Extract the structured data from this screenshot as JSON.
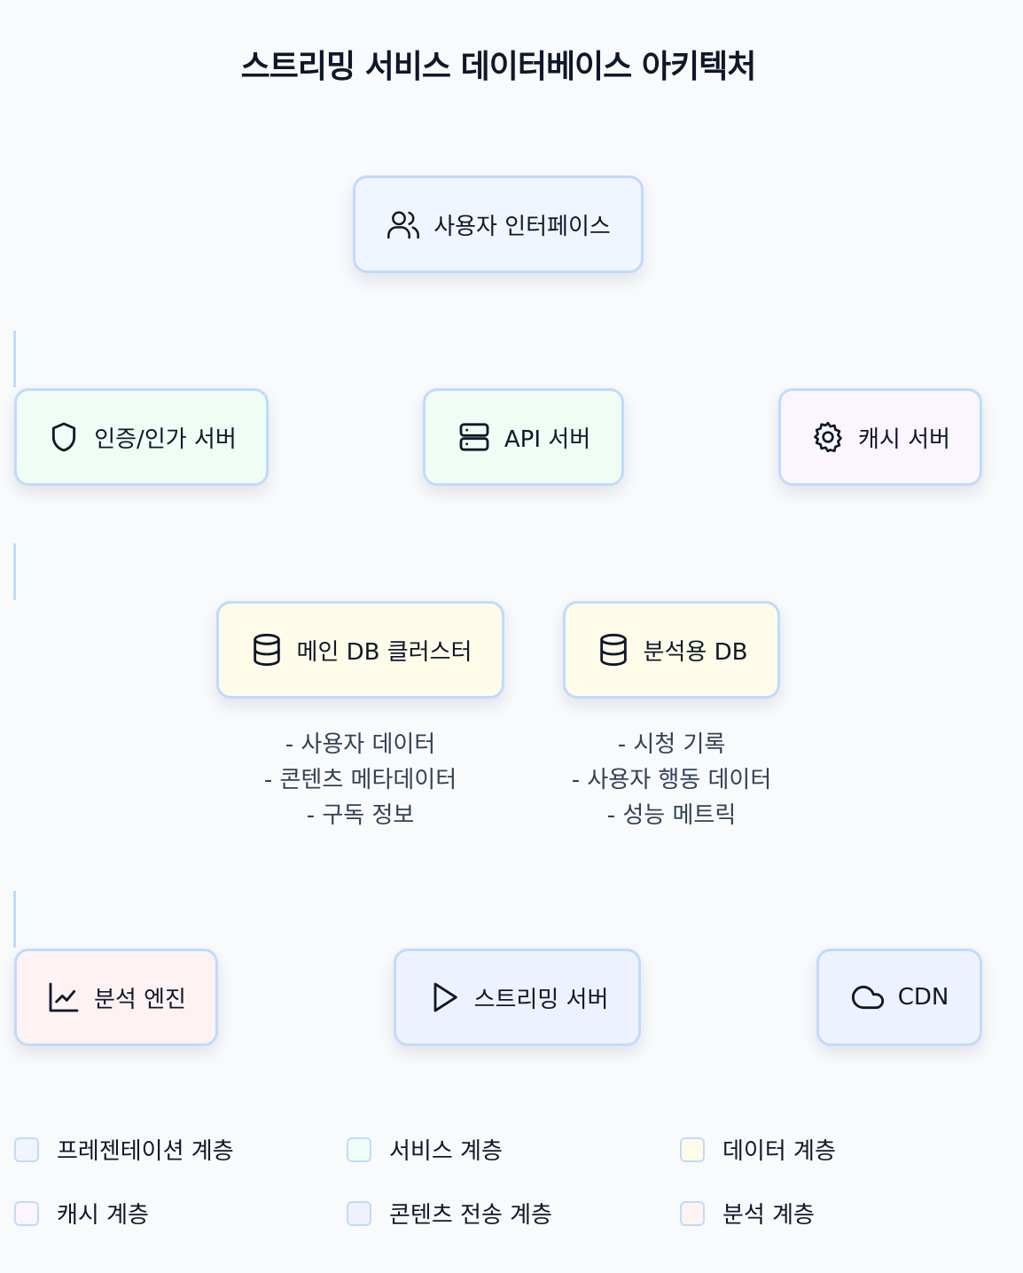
{
  "title": "스트리밍 서비스 데이터베이스 아키텍처",
  "nodes": {
    "ui": "사용자 인터페이스",
    "auth": "인증/인가 서버",
    "api": "API 서버",
    "cache": "캐시 서버",
    "main_db": "메인 DB 클러스터",
    "analytics_db": "분석용 DB",
    "analytics_engine": "분석 엔진",
    "streaming": "스트리밍 서버",
    "cdn": "CDN"
  },
  "main_db_details": [
    "- 사용자 데이터",
    "- 콘텐츠 메타데이터",
    "- 구독 정보"
  ],
  "analytics_db_details": [
    "- 시청 기록",
    "- 사용자 행동 데이터",
    "- 성능 메트릭"
  ],
  "legend": [
    {
      "label": "프레젠테이션 계층",
      "color": "#eff6ff"
    },
    {
      "label": "서비스 계층",
      "color": "#f0fdf4"
    },
    {
      "label": "데이터 계층",
      "color": "#fefce8"
    },
    {
      "label": "캐시 계층",
      "color": "#faf5ff"
    },
    {
      "label": "콘텐츠 전송 계층",
      "color": "#eef2ff"
    },
    {
      "label": "분석 계층",
      "color": "#fef2f2"
    }
  ],
  "icons": {
    "ui": "users-icon",
    "auth": "shield-icon",
    "api": "server-icon",
    "cache": "gear-icon",
    "main_db": "database-icon",
    "analytics_db": "database-icon",
    "analytics_engine": "line-chart-icon",
    "streaming": "play-icon",
    "cdn": "cloud-icon"
  }
}
